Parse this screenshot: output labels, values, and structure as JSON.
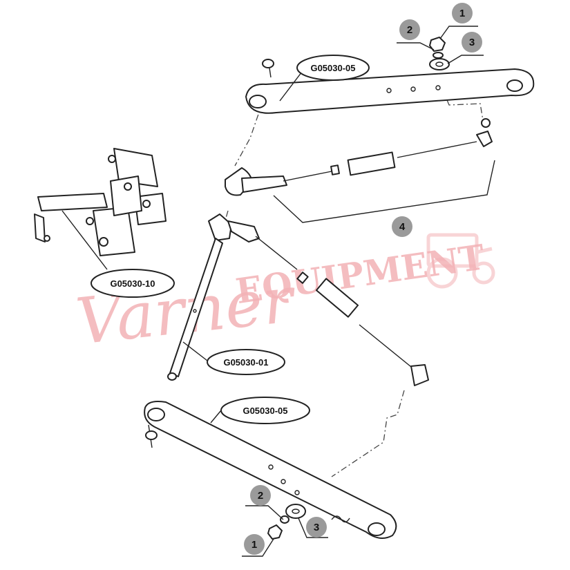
{
  "part_labels": [
    {
      "id": "top-lower-link",
      "text": "G05030-05"
    },
    {
      "id": "bracket",
      "text": "G05030-10"
    },
    {
      "id": "lift-rod",
      "text": "G05030-01"
    },
    {
      "id": "bottom-lower-link",
      "text": "G05030-05"
    }
  ],
  "callouts": [
    "1",
    "2",
    "3",
    "4",
    "2",
    "1",
    "3"
  ],
  "watermark": {
    "brand_script": "Varner",
    "brand_block": "EQUIPMENT",
    "color": "#f3b2b6"
  },
  "colors": {
    "line": "#222222",
    "callout_fill": "#9a9a9a",
    "background": "#ffffff"
  }
}
